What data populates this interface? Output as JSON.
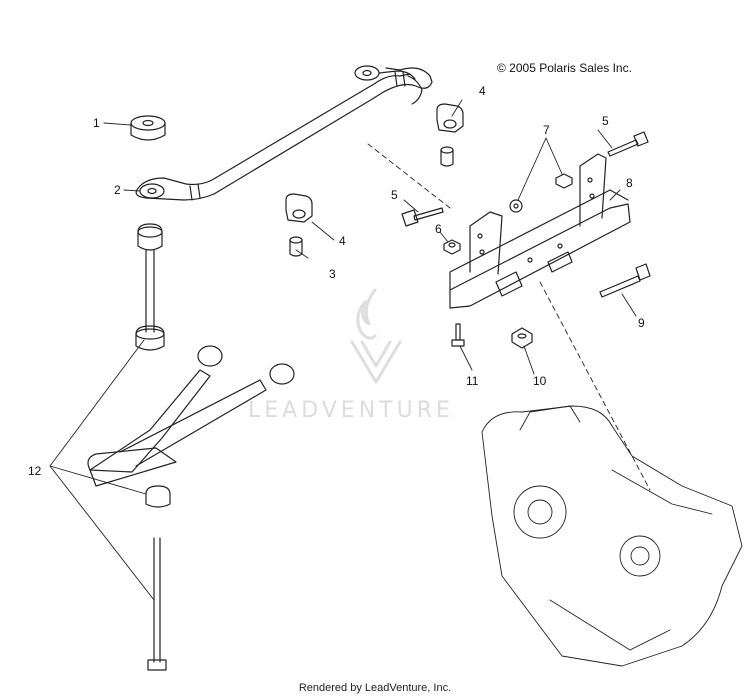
{
  "copyright": "© 2005 Polaris Sales Inc.",
  "footer": "Rendered by LeadVenture, Inc.",
  "watermark": "LEADVENTURE",
  "callouts": {
    "c1": "1",
    "c2": "2",
    "c3": "3",
    "c4a": "4",
    "c4b": "4",
    "c5a": "5",
    "c5b": "5",
    "c6": "6",
    "c7": "7",
    "c8": "8",
    "c9": "9",
    "c10": "10",
    "c11": "11",
    "c12": "12"
  },
  "colors": {
    "line": "#222222",
    "watermark": "#dcdcdc"
  }
}
